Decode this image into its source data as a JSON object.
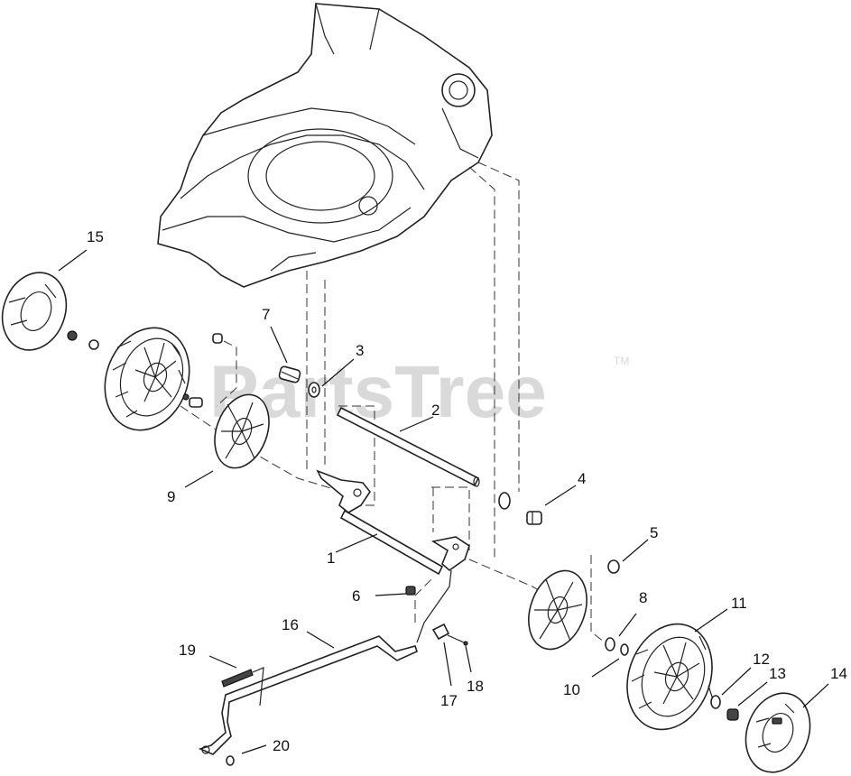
{
  "watermark": {
    "text": "PartsTree",
    "tm": "TM"
  },
  "callouts": [
    {
      "id": "c1",
      "label": "1"
    },
    {
      "id": "c2",
      "label": "2"
    },
    {
      "id": "c3",
      "label": "3"
    },
    {
      "id": "c4",
      "label": "4"
    },
    {
      "id": "c5",
      "label": "5"
    },
    {
      "id": "c6",
      "label": "6"
    },
    {
      "id": "c7",
      "label": "7"
    },
    {
      "id": "c8",
      "label": "8"
    },
    {
      "id": "c9",
      "label": "9"
    },
    {
      "id": "c10",
      "label": "10"
    },
    {
      "id": "c11",
      "label": "11"
    },
    {
      "id": "c12",
      "label": "12"
    },
    {
      "id": "c13",
      "label": "13"
    },
    {
      "id": "c14",
      "label": "14"
    },
    {
      "id": "c15",
      "label": "15"
    },
    {
      "id": "c16",
      "label": "16"
    },
    {
      "id": "c17",
      "label": "17"
    },
    {
      "id": "c18",
      "label": "18"
    },
    {
      "id": "c19",
      "label": "19"
    },
    {
      "id": "c20",
      "label": "20"
    }
  ]
}
